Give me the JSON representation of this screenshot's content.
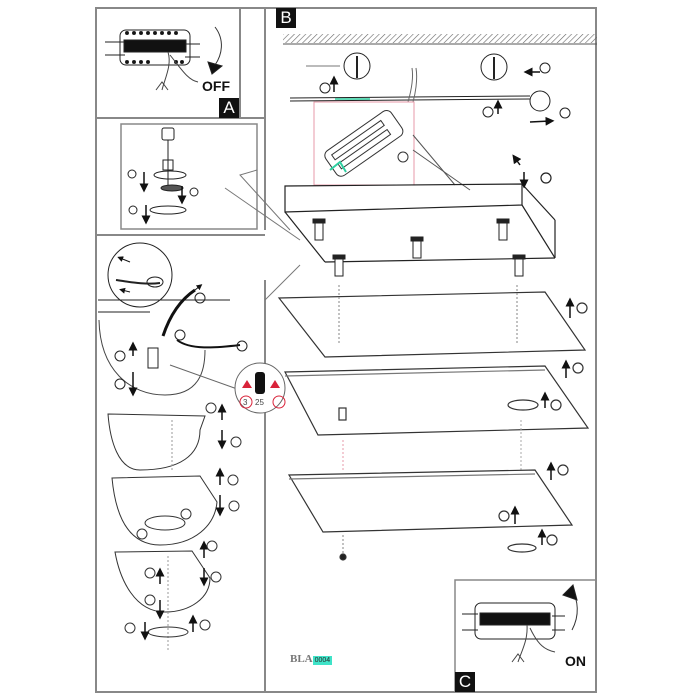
{
  "panels": {
    "a": {
      "label": "A",
      "caption": "OFF"
    },
    "b": {
      "label": "B"
    },
    "c": {
      "label": "C",
      "caption": "ON"
    }
  },
  "connector_callout": {
    "left_value": "3",
    "center_value": "25"
  },
  "footer": {
    "brand": "BLA",
    "tag": "0004"
  },
  "colors": {
    "line": "#333333",
    "frame": "#888888",
    "highlight_box": "#e79aa8",
    "wire_green": "#2ecfa0",
    "warning_red": "#d9233a",
    "brand_tag_bg": "#3fe3c8"
  }
}
